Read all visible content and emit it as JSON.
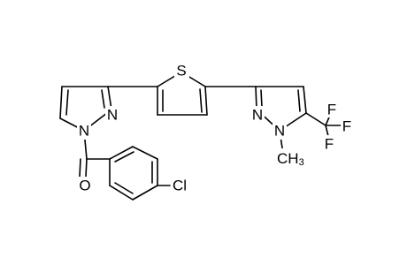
{
  "molecule": {
    "atoms": {
      "S1": "S",
      "N1": "N",
      "N2": "N",
      "N3": "N",
      "N4": "N",
      "O1": "O",
      "Cl1": "Cl",
      "F1": "F",
      "F2": "F",
      "F3": "F",
      "CH3_main": "CH",
      "CH3_sub": "3"
    },
    "colors": {
      "bond": "#000000",
      "background": "#ffffff"
    }
  }
}
